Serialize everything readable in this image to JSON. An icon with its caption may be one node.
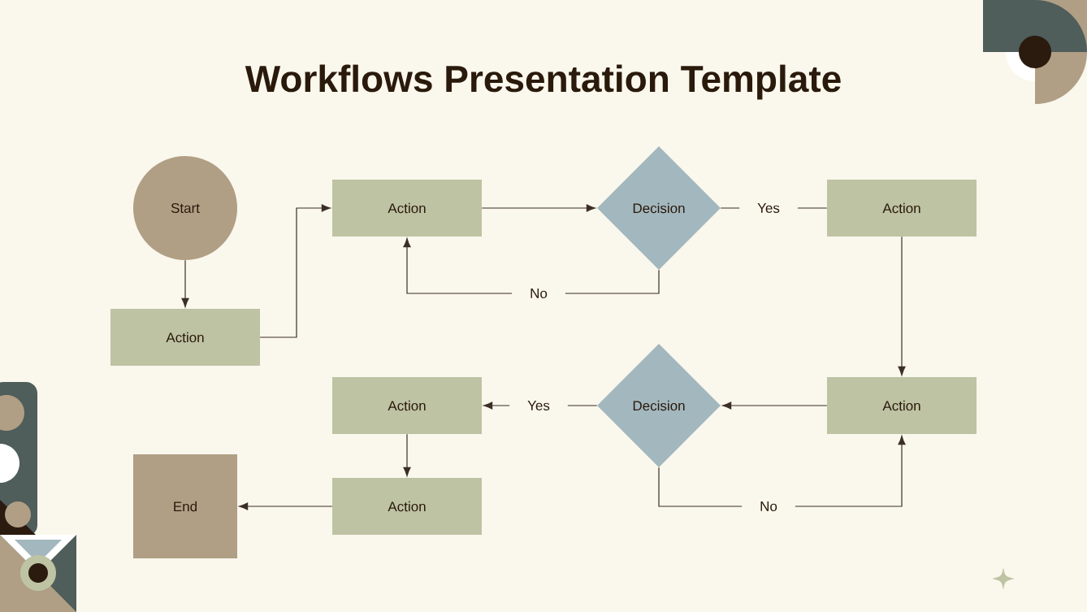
{
  "diagram": {
    "title": "Workflows Presentation Template",
    "nodes": [
      {
        "text": [
          "Start"
        ]
      },
      {
        "text": [
          "Action"
        ]
      },
      {
        "text": [
          "Action"
        ]
      },
      {
        "text": [
          "Decision"
        ]
      },
      {
        "text": [
          "Action"
        ]
      },
      {
        "text": [
          "Action"
        ]
      },
      {
        "text": [
          "Decision"
        ]
      },
      {
        "text": [
          "Action"
        ]
      },
      {
        "text": [
          "Action"
        ]
      },
      {
        "text": [
          "End"
        ]
      }
    ],
    "edges": [
      {
        "from": 0,
        "to": 1,
        "arrow": "to"
      },
      {
        "from": 1,
        "to": 2,
        "arrow": "to"
      },
      {
        "from": 2,
        "to": 3,
        "arrow": "to"
      },
      {
        "from": 3,
        "to": 2,
        "arrow": "to",
        "label": "No"
      },
      {
        "from": 3,
        "to": 4,
        "arrow": "none",
        "label": "Yes"
      },
      {
        "from": 4,
        "to": 5,
        "arrow": "to"
      },
      {
        "from": 5,
        "to": 6,
        "arrow": "to"
      },
      {
        "from": 6,
        "to": 7,
        "arrow": "to",
        "label": "Yes"
      },
      {
        "from": 6,
        "to": 5,
        "arrow": "to",
        "label": "No"
      },
      {
        "from": 7,
        "to": 8,
        "arrow": "to"
      },
      {
        "from": 8,
        "to": 9,
        "arrow": "to"
      }
    ]
  }
}
